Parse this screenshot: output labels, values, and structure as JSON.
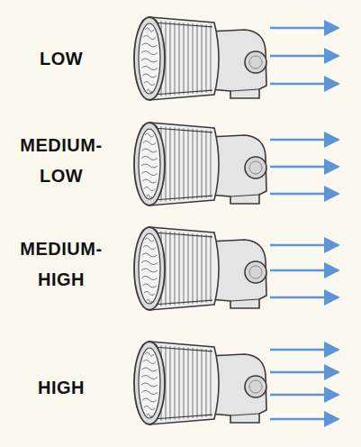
{
  "diagram": {
    "labels": [
      "LOW",
      "MEDIUM- LOW",
      "MEDIUM- HIGH",
      "HIGH"
    ]
  }
}
